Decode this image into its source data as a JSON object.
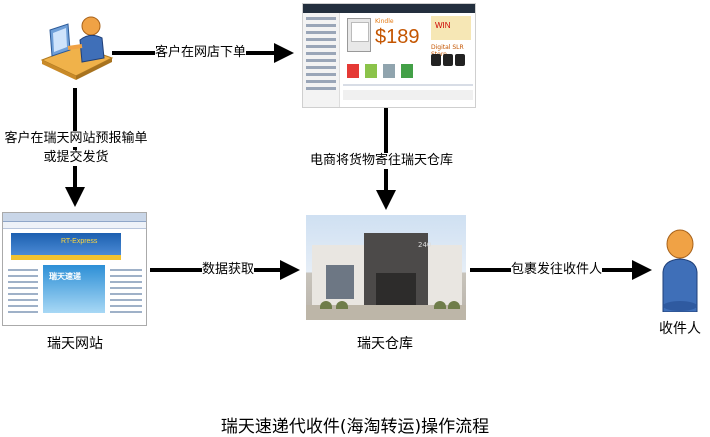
{
  "diagram": {
    "title": "瑞天速递代收件(海淘转运)操作流程",
    "edges": {
      "customer_to_shop": "客户在网店下单",
      "customer_to_website_line1": "客户在瑞天网站预报输单",
      "customer_to_website_line2": "或提交发货",
      "shop_to_warehouse": "电商将货物寄往瑞天仓库",
      "website_to_warehouse": "数据获取",
      "warehouse_to_recipient": "包裹发往收件人"
    },
    "nodes": {
      "website_caption": "瑞天网站",
      "warehouse_caption": "瑞天仓库",
      "recipient_caption": "收件人"
    }
  },
  "screenshots": {
    "shop": {
      "product_label": "Kindle",
      "price": "$189",
      "promo": "WIN",
      "store": "Digital SLR Store"
    },
    "website": {
      "brand": "RT-Express",
      "hero": "瑞天速递"
    },
    "warehouse": {
      "number": "240"
    }
  },
  "colors": {
    "arrow": "#000000",
    "person_skin": "#f0a245",
    "person_body": "#3f6fb8"
  }
}
